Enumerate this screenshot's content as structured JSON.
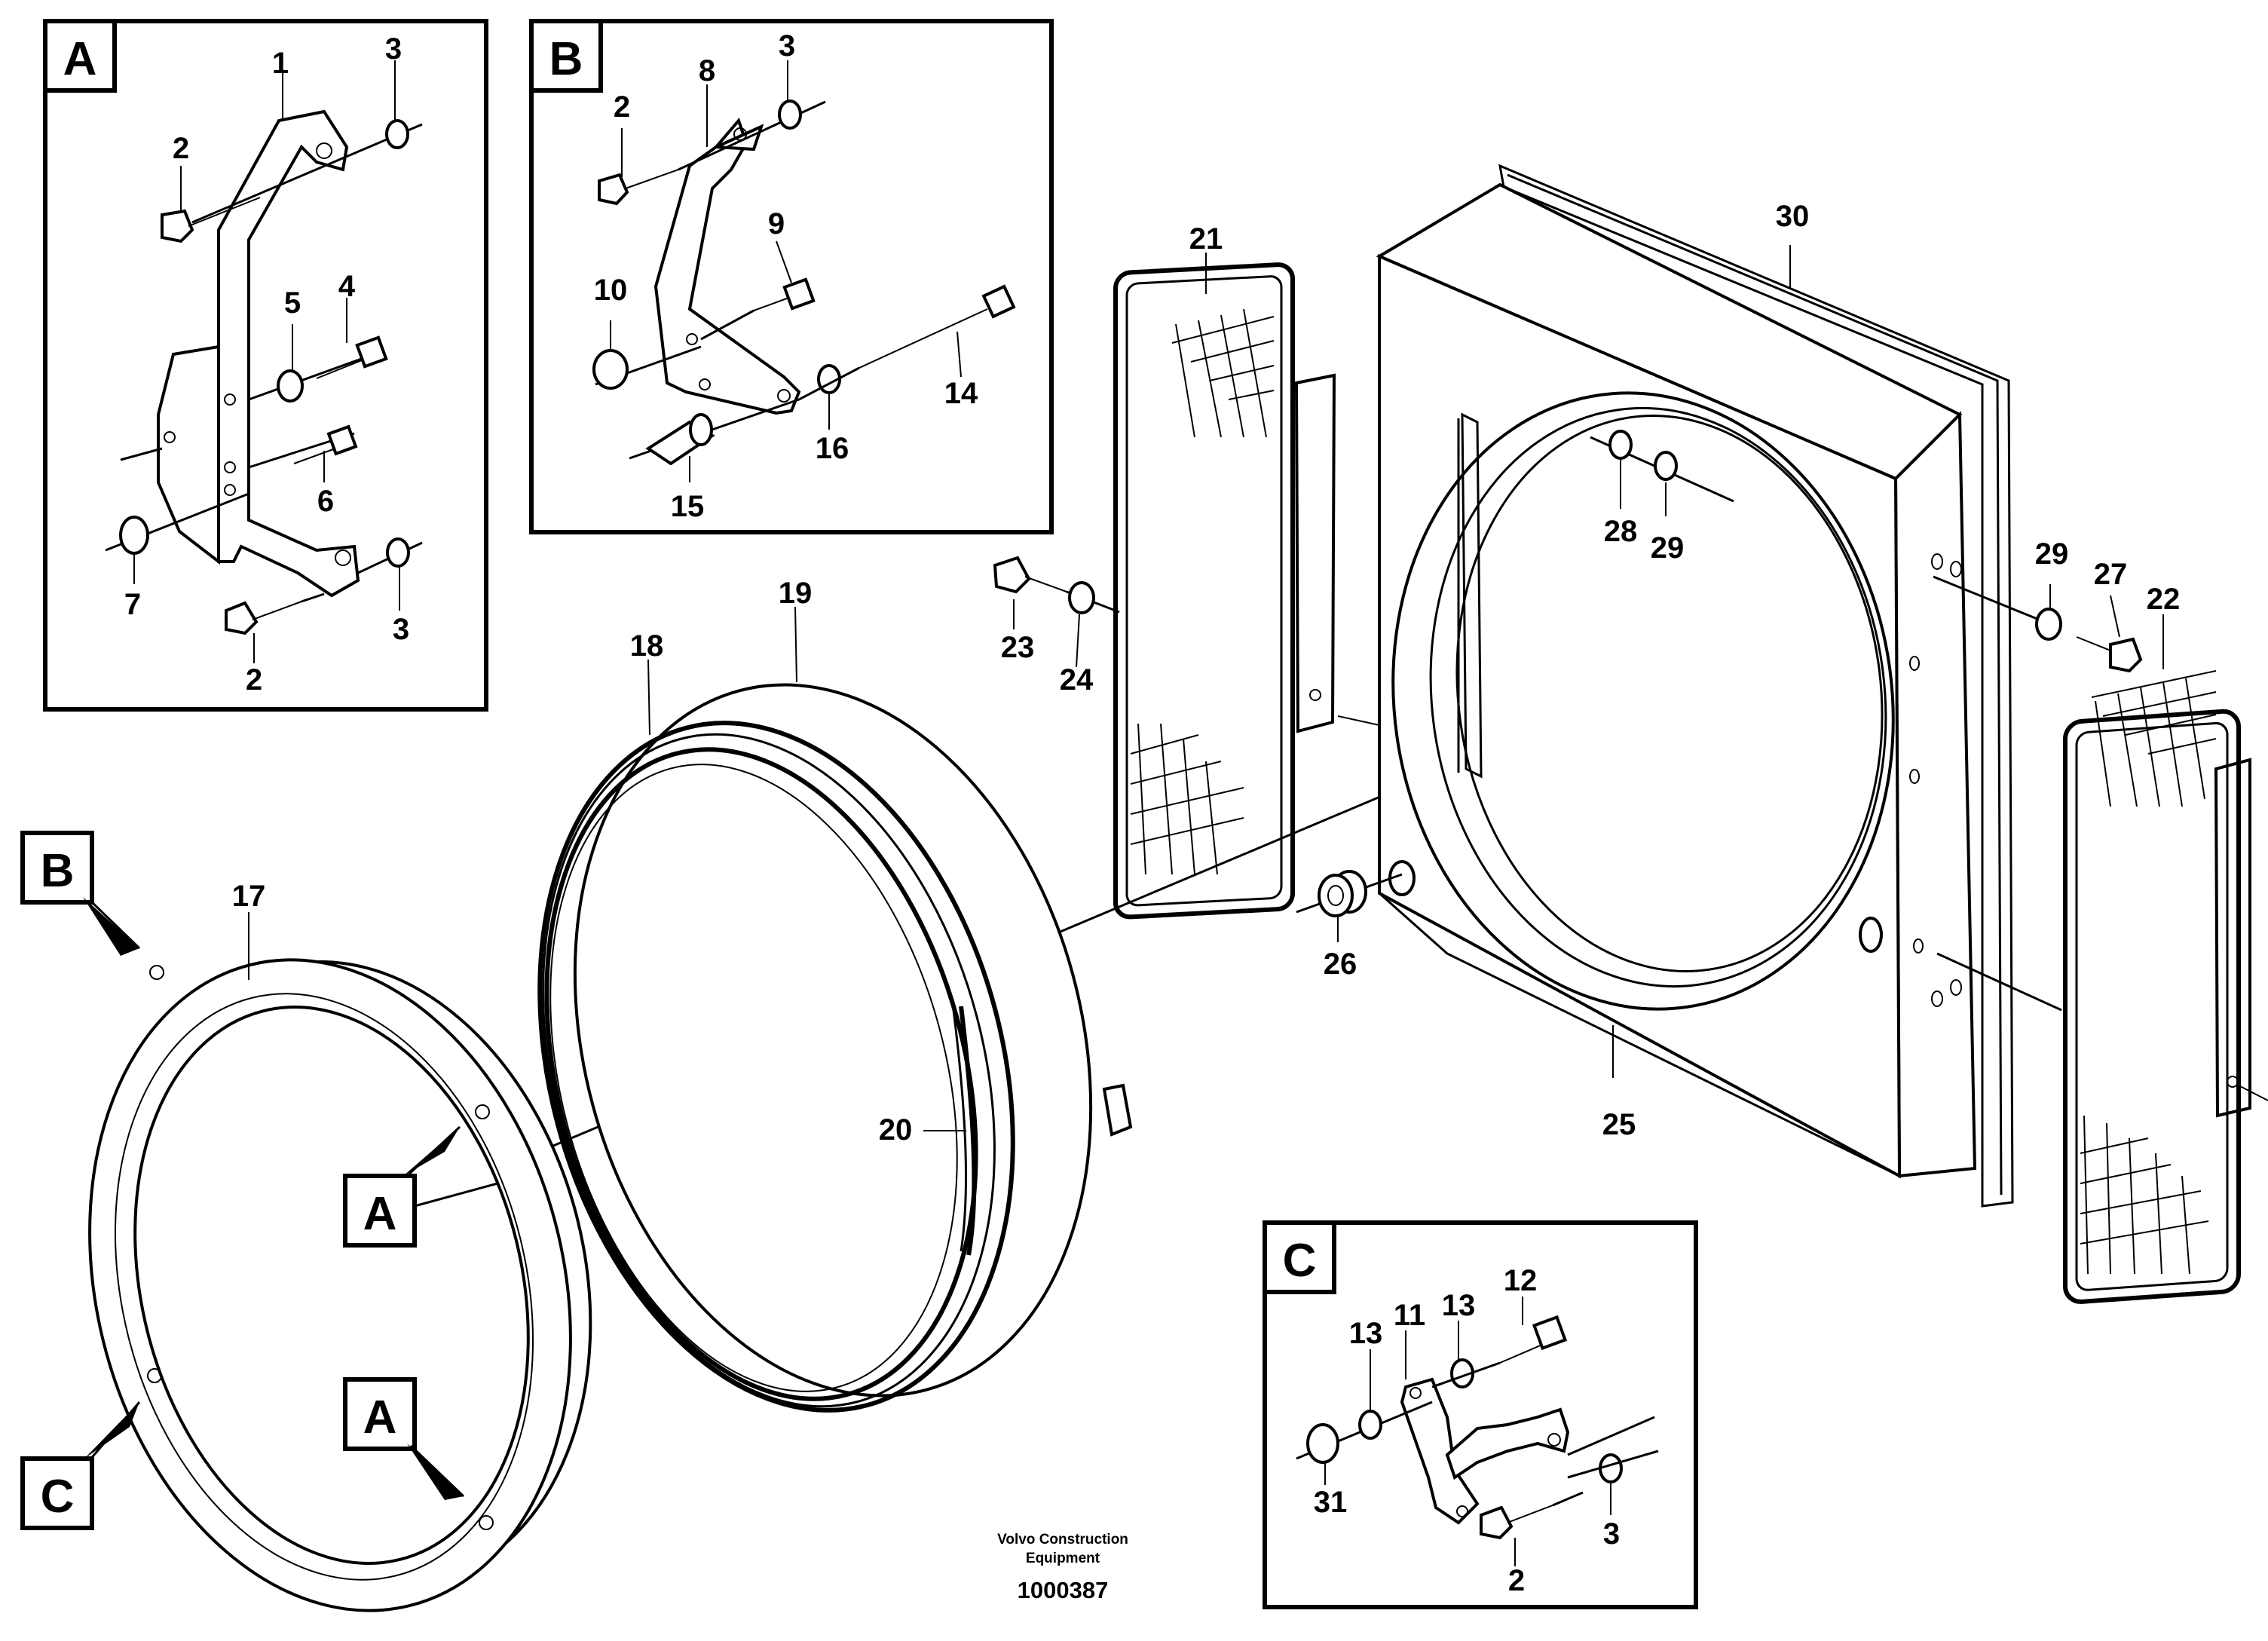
{
  "detail_boxes": {
    "A": "A",
    "B": "B",
    "C": "C"
  },
  "ref_markers": {
    "B": "B",
    "A1": "A",
    "A2": "A",
    "C": "C"
  },
  "callouts": {
    "a1": "1",
    "a2_top": "2",
    "a3_top": "3",
    "a4": "4",
    "a5": "5",
    "a6": "6",
    "a7": "7",
    "a2_bot": "2",
    "a3_bot": "3",
    "b2": "2",
    "b3": "3",
    "b8": "8",
    "b9": "9",
    "b10": "10",
    "b14": "14",
    "b15": "15",
    "b16": "16",
    "c2": "2",
    "c3": "3",
    "c11": "11",
    "c12": "12",
    "c13_left": "13",
    "c13_right": "13",
    "c31": "31",
    "m17": "17",
    "m18": "18",
    "m19": "19",
    "m20": "20",
    "m21": "21",
    "m22": "22",
    "m23": "23",
    "m24": "24",
    "m25": "25",
    "m26": "26",
    "m27": "27",
    "m28": "28",
    "m29_left": "29",
    "m29_right": "29",
    "m30": "30"
  },
  "credit": {
    "line1": "Volvo Construction",
    "line2": "Equipment",
    "number": "1000387"
  }
}
